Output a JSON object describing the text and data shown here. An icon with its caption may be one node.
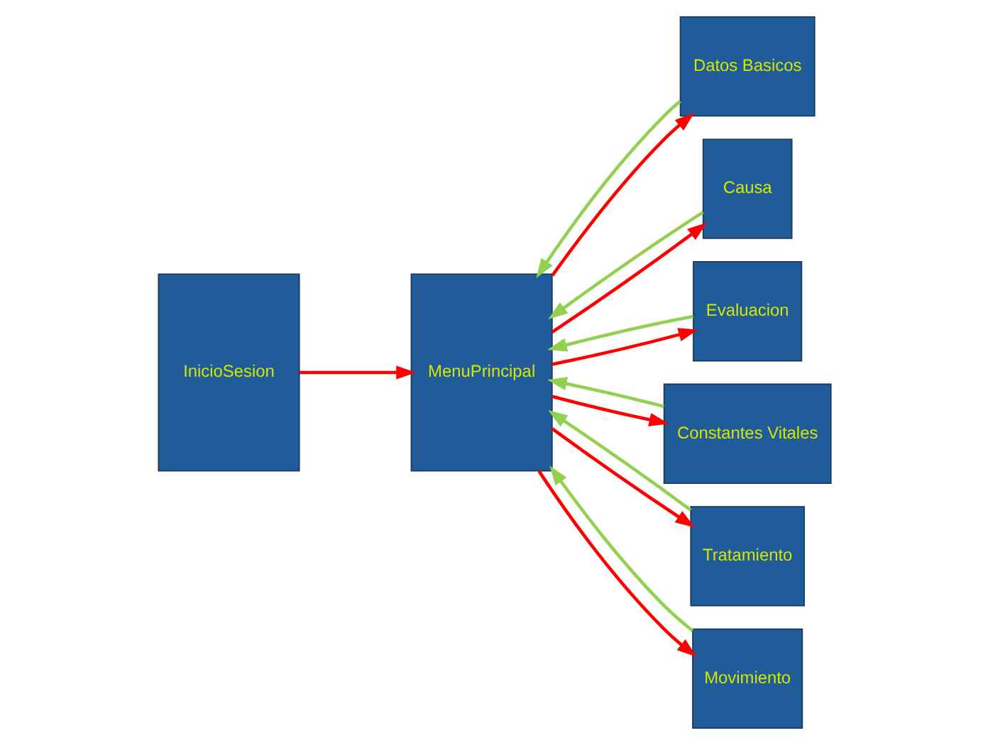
{
  "diagram": {
    "nodes": [
      {
        "text": [
          "InicioSesion"
        ]
      },
      {
        "text": [
          "MenuPrincipal"
        ]
      },
      {
        "text": [
          "Datos Basicos"
        ]
      },
      {
        "text": [
          "Causa"
        ]
      },
      {
        "text": [
          "Evaluacion"
        ]
      },
      {
        "text": [
          "Constantes Vitales"
        ]
      },
      {
        "text": [
          "Tratamiento"
        ]
      },
      {
        "text": [
          "Movimiento"
        ]
      }
    ],
    "edges": [
      {
        "from": 0,
        "to": 1,
        "arrow": "to"
      },
      {
        "from": 1,
        "to": 2,
        "arrow": "to"
      },
      {
        "from": 2,
        "to": 1,
        "arrow": "to",
        "color": "#92d050"
      },
      {
        "from": 3,
        "to": 1,
        "arrow": "to",
        "color": "#92d050"
      },
      {
        "from": 1,
        "to": 3,
        "arrow": "to"
      },
      {
        "from": 1,
        "to": 4,
        "arrow": "to"
      },
      {
        "from": 4,
        "to": 1,
        "arrow": "to",
        "color": "#92d050"
      },
      {
        "from": 1,
        "to": 5,
        "arrow": "to"
      },
      {
        "from": 5,
        "to": 1,
        "arrow": "to",
        "color": "#92d050"
      },
      {
        "from": 1,
        "to": 6,
        "arrow": "to"
      },
      {
        "from": 6,
        "to": 1,
        "arrow": "to",
        "color": "#92d050"
      },
      {
        "from": 1,
        "to": 7,
        "arrow": "to"
      },
      {
        "from": 7,
        "to": 1,
        "arrow": "to",
        "color": "#92d050"
      }
    ]
  }
}
